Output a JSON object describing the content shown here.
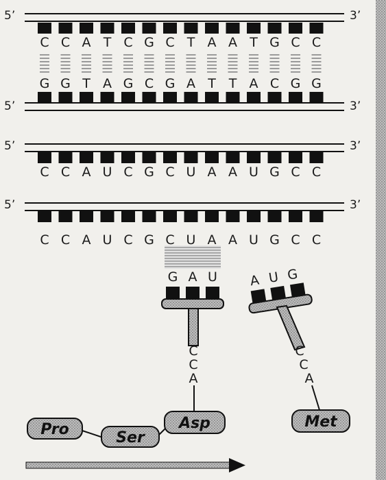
{
  "labels": {
    "five_prime": "5’",
    "three_prime": "3’"
  },
  "dna_top": [
    "C",
    "C",
    "A",
    "T",
    "C",
    "G",
    "C",
    "T",
    "A",
    "A",
    "T",
    "G",
    "C",
    "C"
  ],
  "dna_bottom": [
    "G",
    "G",
    "T",
    "A",
    "G",
    "C",
    "G",
    "A",
    "T",
    "T",
    "A",
    "C",
    "G",
    "G"
  ],
  "mrna_1": [
    "C",
    "C",
    "A",
    "U",
    "C",
    "G",
    "C",
    "U",
    "A",
    "A",
    "U",
    "G",
    "C",
    "C"
  ],
  "mrna_2": [
    "C",
    "C",
    "A",
    "U",
    "C",
    "G",
    "C",
    "U",
    "A",
    "A",
    "U",
    "G",
    "C",
    "C"
  ],
  "trna_left": {
    "anticodon": [
      "G",
      "A",
      "U"
    ],
    "acceptor": [
      "C",
      "C",
      "A"
    ],
    "amino_acid": "Asp"
  },
  "trna_right": {
    "anticodon": [
      "A",
      "U",
      "G"
    ],
    "acceptor": [
      "C",
      "C",
      "A"
    ],
    "amino_acid": "Met"
  },
  "chain": [
    "Pro",
    "Ser"
  ],
  "colors": {
    "ink": "#111111",
    "paper": "#f1f0ec",
    "shade": "#9a9a9a"
  }
}
